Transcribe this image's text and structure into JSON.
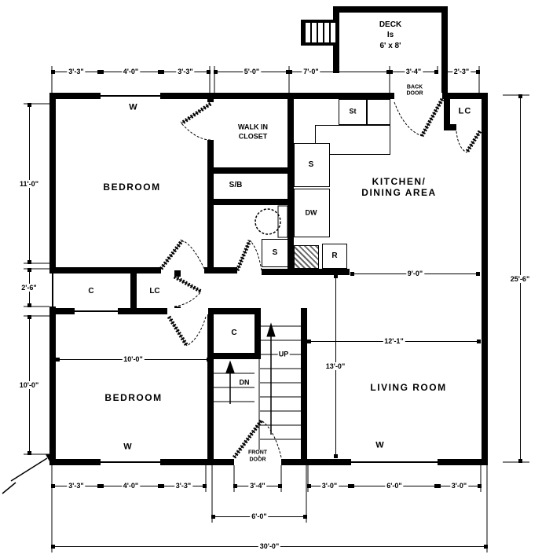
{
  "plan": {
    "deck": {
      "label_lines": [
        "DECK",
        "Is",
        "6' x 8'"
      ]
    },
    "rooms": {
      "bedroom_top": "BEDROOM",
      "bedroom_bottom": "BEDROOM",
      "walk_in_closet": [
        "WALK IN",
        "CLOSET"
      ],
      "kitchen": [
        "KITCHEN/",
        "DINING AREA"
      ],
      "living_room": "LIVING ROOM",
      "shower_bath": "S/B"
    },
    "closets": {
      "hall_closet": "C",
      "hall_linen": "LC",
      "stair_closet": "C",
      "kitchen_linen": "LC"
    },
    "fixtures": {
      "stove": "St",
      "sink_upper": "S",
      "dishwasher": "DW",
      "sink_bath": "S",
      "range": "R"
    },
    "stairs": {
      "up": "UP",
      "down": "DN"
    },
    "doors": {
      "front": [
        "FRONT",
        "DOOR"
      ],
      "back": [
        "BACK",
        "DOOR"
      ]
    },
    "windows": {
      "top": "W",
      "bottom_left": "W",
      "bottom_right": "W"
    },
    "dims": {
      "top": [
        "3'-3\"",
        "4'-0\"",
        "3'-3\"",
        "5'-0\"",
        "7'-0\"",
        "3'-4\"",
        "2'-3\""
      ],
      "bottom": [
        "3'-3\"",
        "4'-0\"",
        "3'-3\"",
        "3'-4\"",
        "3'-0\"",
        "6'-0\"",
        "3'-0\""
      ],
      "bottom_vestibule": "6'-0\"",
      "bottom_total": "30'-0\"",
      "left": [
        "11'-0\"",
        "2'-6\"",
        "10'-0\""
      ],
      "right_total": "25'-6\"",
      "bedroom_bottom_width": "10'-0\"",
      "living_width": "12'-1\"",
      "living_height": "13'-0\"",
      "kitchen_width": "9'-0\""
    },
    "colors": {
      "ink": "#000000",
      "paper": "#ffffff"
    }
  }
}
